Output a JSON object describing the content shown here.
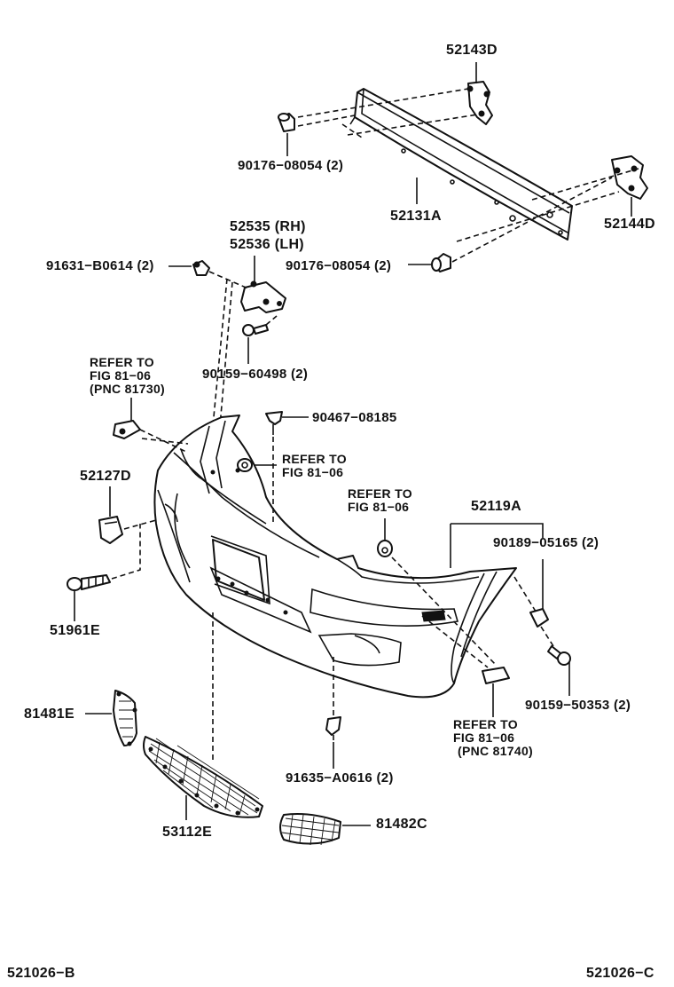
{
  "parts": {
    "p52143D": "52143D",
    "p90176a": "90176−08054 (2)",
    "p52131A": "52131A",
    "p52144D": "52144D",
    "p52535": "52535 (RH)",
    "p52536": "52536 (LH)",
    "p91631": "91631−B0614 (2)",
    "p90176b": "90176−08054 (2)",
    "p90159a": "90159−60498 (2)",
    "p90467": "90467−08185",
    "p52127D": "52127D",
    "p52119A": "52119A",
    "p90189": "90189−05165 (2)",
    "p51961E": "51961E",
    "p90159b": "90159−50353 (2)",
    "p81481E": "81481E",
    "p91635": "91635−A0616 (2)",
    "p53112E": "53112E",
    "p81482C": "81482C"
  },
  "references": {
    "ref1": [
      "REFER TO",
      "FIG 81−06",
      "(PNC 81730)"
    ],
    "ref2": [
      "REFER TO",
      "FIG 81−06"
    ],
    "ref3": [
      "REFER TO",
      "FIG 81−06"
    ],
    "ref4": [
      "REFER TO",
      "FIG 81−06",
      "(PNC 81740)"
    ]
  },
  "footer": {
    "left_code": "521026−B",
    "right_code": "521026−C"
  }
}
